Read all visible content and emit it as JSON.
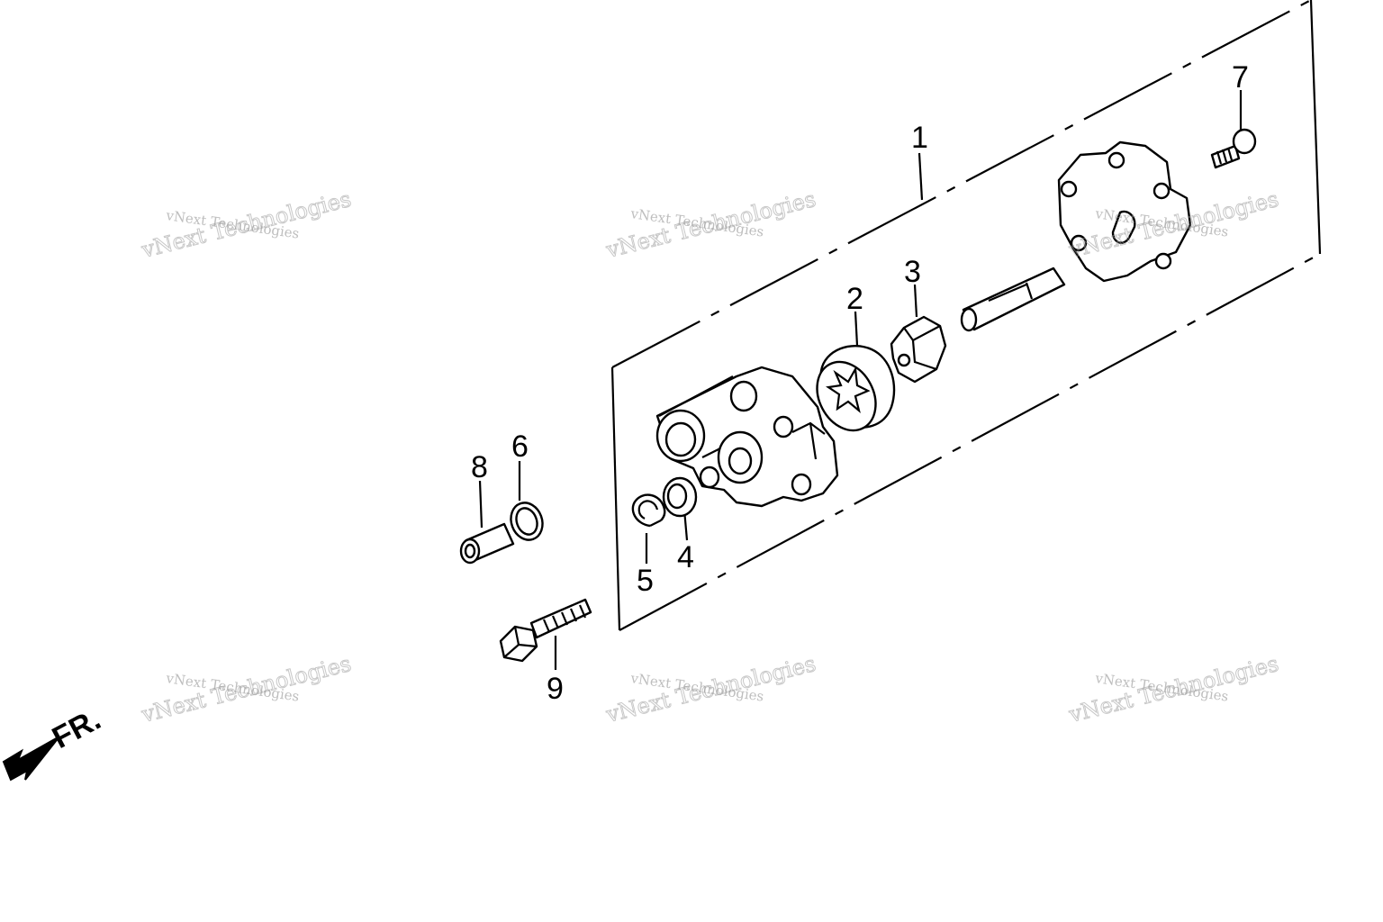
{
  "callouts": [
    {
      "id": "1",
      "label": "1"
    },
    {
      "id": "2",
      "label": "2"
    },
    {
      "id": "3",
      "label": "3"
    },
    {
      "id": "4",
      "label": "4"
    },
    {
      "id": "5",
      "label": "5"
    },
    {
      "id": "6",
      "label": "6"
    },
    {
      "id": "7",
      "label": "7"
    },
    {
      "id": "8",
      "label": "8"
    },
    {
      "id": "9",
      "label": "9"
    }
  ],
  "direction_label": "FR.",
  "watermark": {
    "line1": "vNext Technologies",
    "line2": "vNext Technologies"
  }
}
